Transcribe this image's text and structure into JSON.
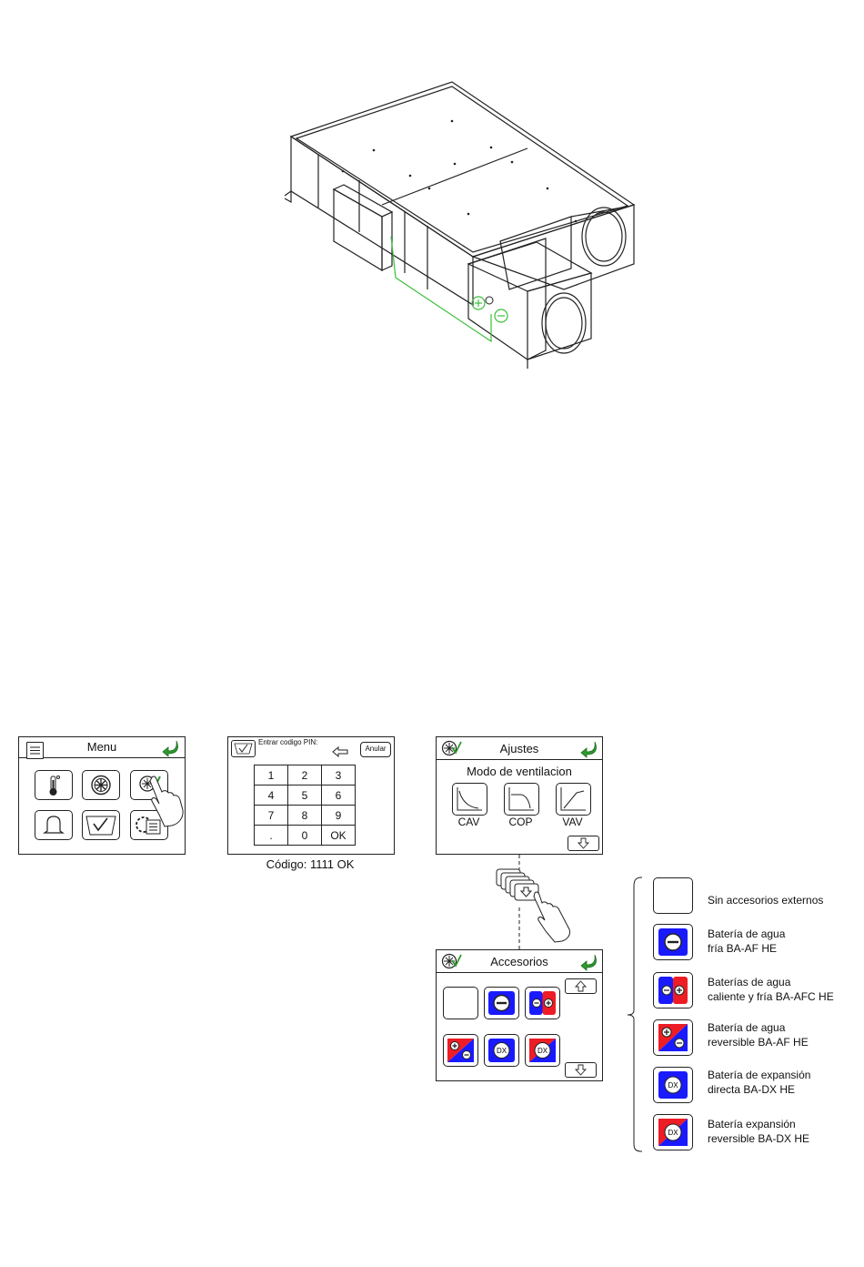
{
  "menu": {
    "title": "Menu"
  },
  "pin": {
    "prompt": "Entrar codigo PIN:",
    "cancel_label": "Anular",
    "keys": [
      [
        "1",
        "2",
        "3"
      ],
      [
        "4",
        "5",
        "6"
      ],
      [
        "7",
        "8",
        "9"
      ],
      [
        ".",
        "0",
        "OK"
      ]
    ],
    "caption": "Código: 1111  OK"
  },
  "ajustes": {
    "title": "Ajustes",
    "subtitle": "Modo de ventilacion",
    "modes": [
      "CAV",
      "COP",
      "VAV"
    ]
  },
  "accesorios": {
    "title": "Accesorios"
  },
  "legend": [
    {
      "line1": "Sin accesorios externos",
      "line2": ""
    },
    {
      "line1": "Batería de agua",
      "line2": "fría BA-AF HE"
    },
    {
      "line1": "Baterías de agua",
      "line2": "caliente y fría  BA-AFC HE"
    },
    {
      "line1": "Batería de agua",
      "line2": "reversible  BA-AF HE"
    },
    {
      "line1": "Batería de expansión",
      "line2": "directa BA-DX HE"
    },
    {
      "line1": "Batería expansión",
      "line2": "reversible BA-DX HE"
    }
  ],
  "icon_labels": {
    "dx": "DX",
    "plus": "+",
    "minus": "−"
  },
  "colors": {
    "blue": "#1a1aff",
    "red": "#ee1c24",
    "green": "#2e9a2e",
    "wire": "#3cbf3c"
  }
}
